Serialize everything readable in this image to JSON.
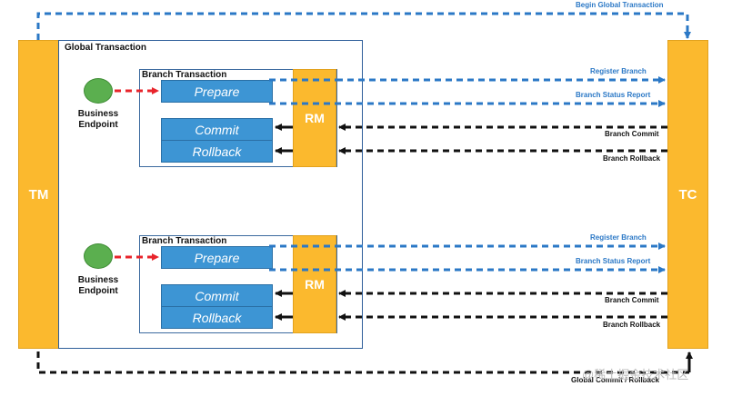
{
  "tm": {
    "label": "TM"
  },
  "tc": {
    "label": "TC"
  },
  "global_transaction": {
    "title": "Global Transaction"
  },
  "branches": [
    {
      "title": "Branch Transaction",
      "endpoint_label_1": "Business",
      "endpoint_label_2": "Endpoint",
      "prepare": "Prepare",
      "commit": "Commit",
      "rollback": "Rollback",
      "rm": "RM",
      "register_branch": "Register Branch",
      "branch_status_report": "Branch Status Report",
      "branch_commit": "Branch Commit",
      "branch_rollback": "Branch Rollback"
    },
    {
      "title": "Branch Transaction",
      "endpoint_label_1": "Business",
      "endpoint_label_2": "Endpoint",
      "prepare": "Prepare",
      "commit": "Commit",
      "rollback": "Rollback",
      "rm": "RM",
      "register_branch": "Register Branch",
      "branch_status_report": "Branch Status Report",
      "branch_commit": "Branch Commit",
      "branch_rollback": "Branch Rollback"
    }
  ],
  "begin_global_transaction": "Begin Global Transaction",
  "global_commit_rollback": "Global Commit / Rollback",
  "watermark": "@稀土掘金技术社区",
  "colors": {
    "tm_tc_fill": "#FBB92E",
    "phase_fill": "#3D95D4",
    "blue_arrow": "#2B78C6",
    "red_arrow": "#E8242B",
    "endpoint_fill": "#5BAF4F"
  }
}
